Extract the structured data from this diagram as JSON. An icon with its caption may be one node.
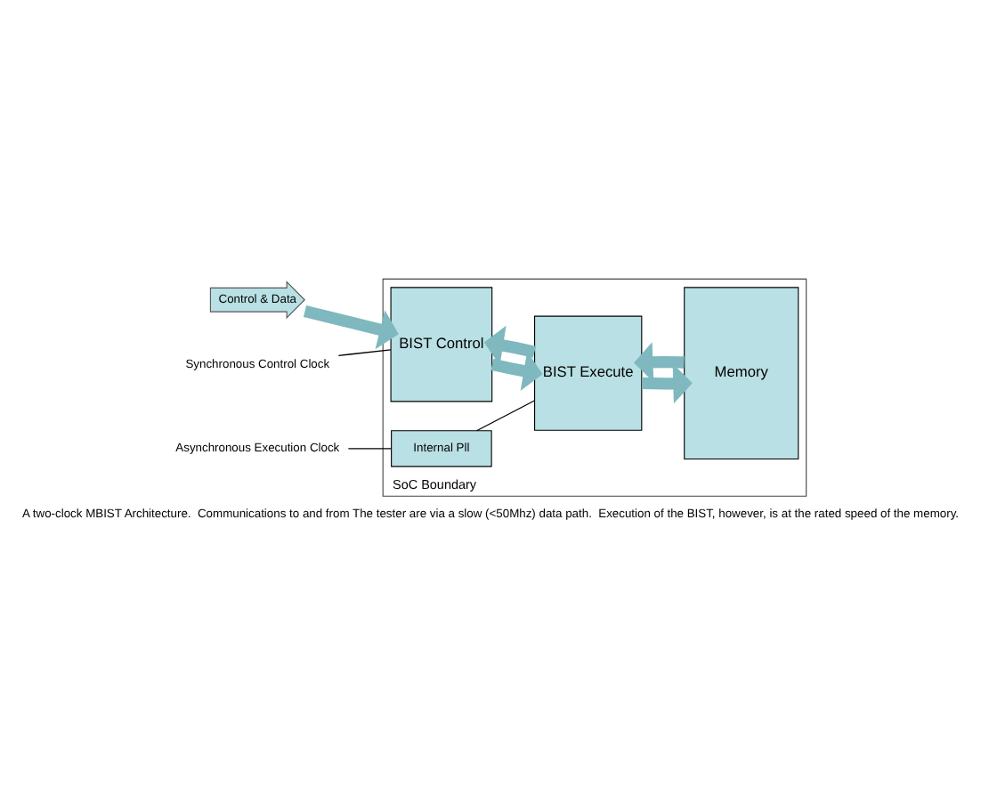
{
  "diagram": {
    "caption": "A two-clock MBIST Architecture.  Communications to and from The tester are via a slow (<50Mhz) data path.  Execution of the BIST, however, is at the rated speed of the memory.",
    "nodes": [
      {
        "text": [
          "SoC Boundary"
        ]
      },
      {
        "text": [
          "Control & Data"
        ]
      },
      {
        "text": [
          "BIST Control"
        ],
        "in": 0
      },
      {
        "text": [
          "BIST Execute"
        ],
        "in": 0
      },
      {
        "text": [
          "Memory"
        ],
        "in": 0
      },
      {
        "text": [
          "Internal Pll"
        ],
        "in": 0
      },
      {
        "text": [
          "Synchronous Control Clock"
        ]
      },
      {
        "text": [
          "Asynchronous Execution Clock"
        ]
      }
    ],
    "edges": [
      {
        "from": 1,
        "to": 2,
        "arrow": "to"
      },
      {
        "from": 2,
        "to": 3,
        "arrow": "to"
      },
      {
        "from": 3,
        "to": 2,
        "arrow": "to"
      },
      {
        "from": 3,
        "to": 4,
        "arrow": "to"
      },
      {
        "from": 4,
        "to": 3,
        "arrow": "to"
      },
      {
        "from": 6,
        "to": 2,
        "arrow": "none",
        "color": "#000000"
      },
      {
        "from": 7,
        "to": 5,
        "arrow": "none",
        "color": "#000000"
      },
      {
        "from": 5,
        "to": 3,
        "arrow": "none",
        "color": "#000000"
      }
    ]
  }
}
